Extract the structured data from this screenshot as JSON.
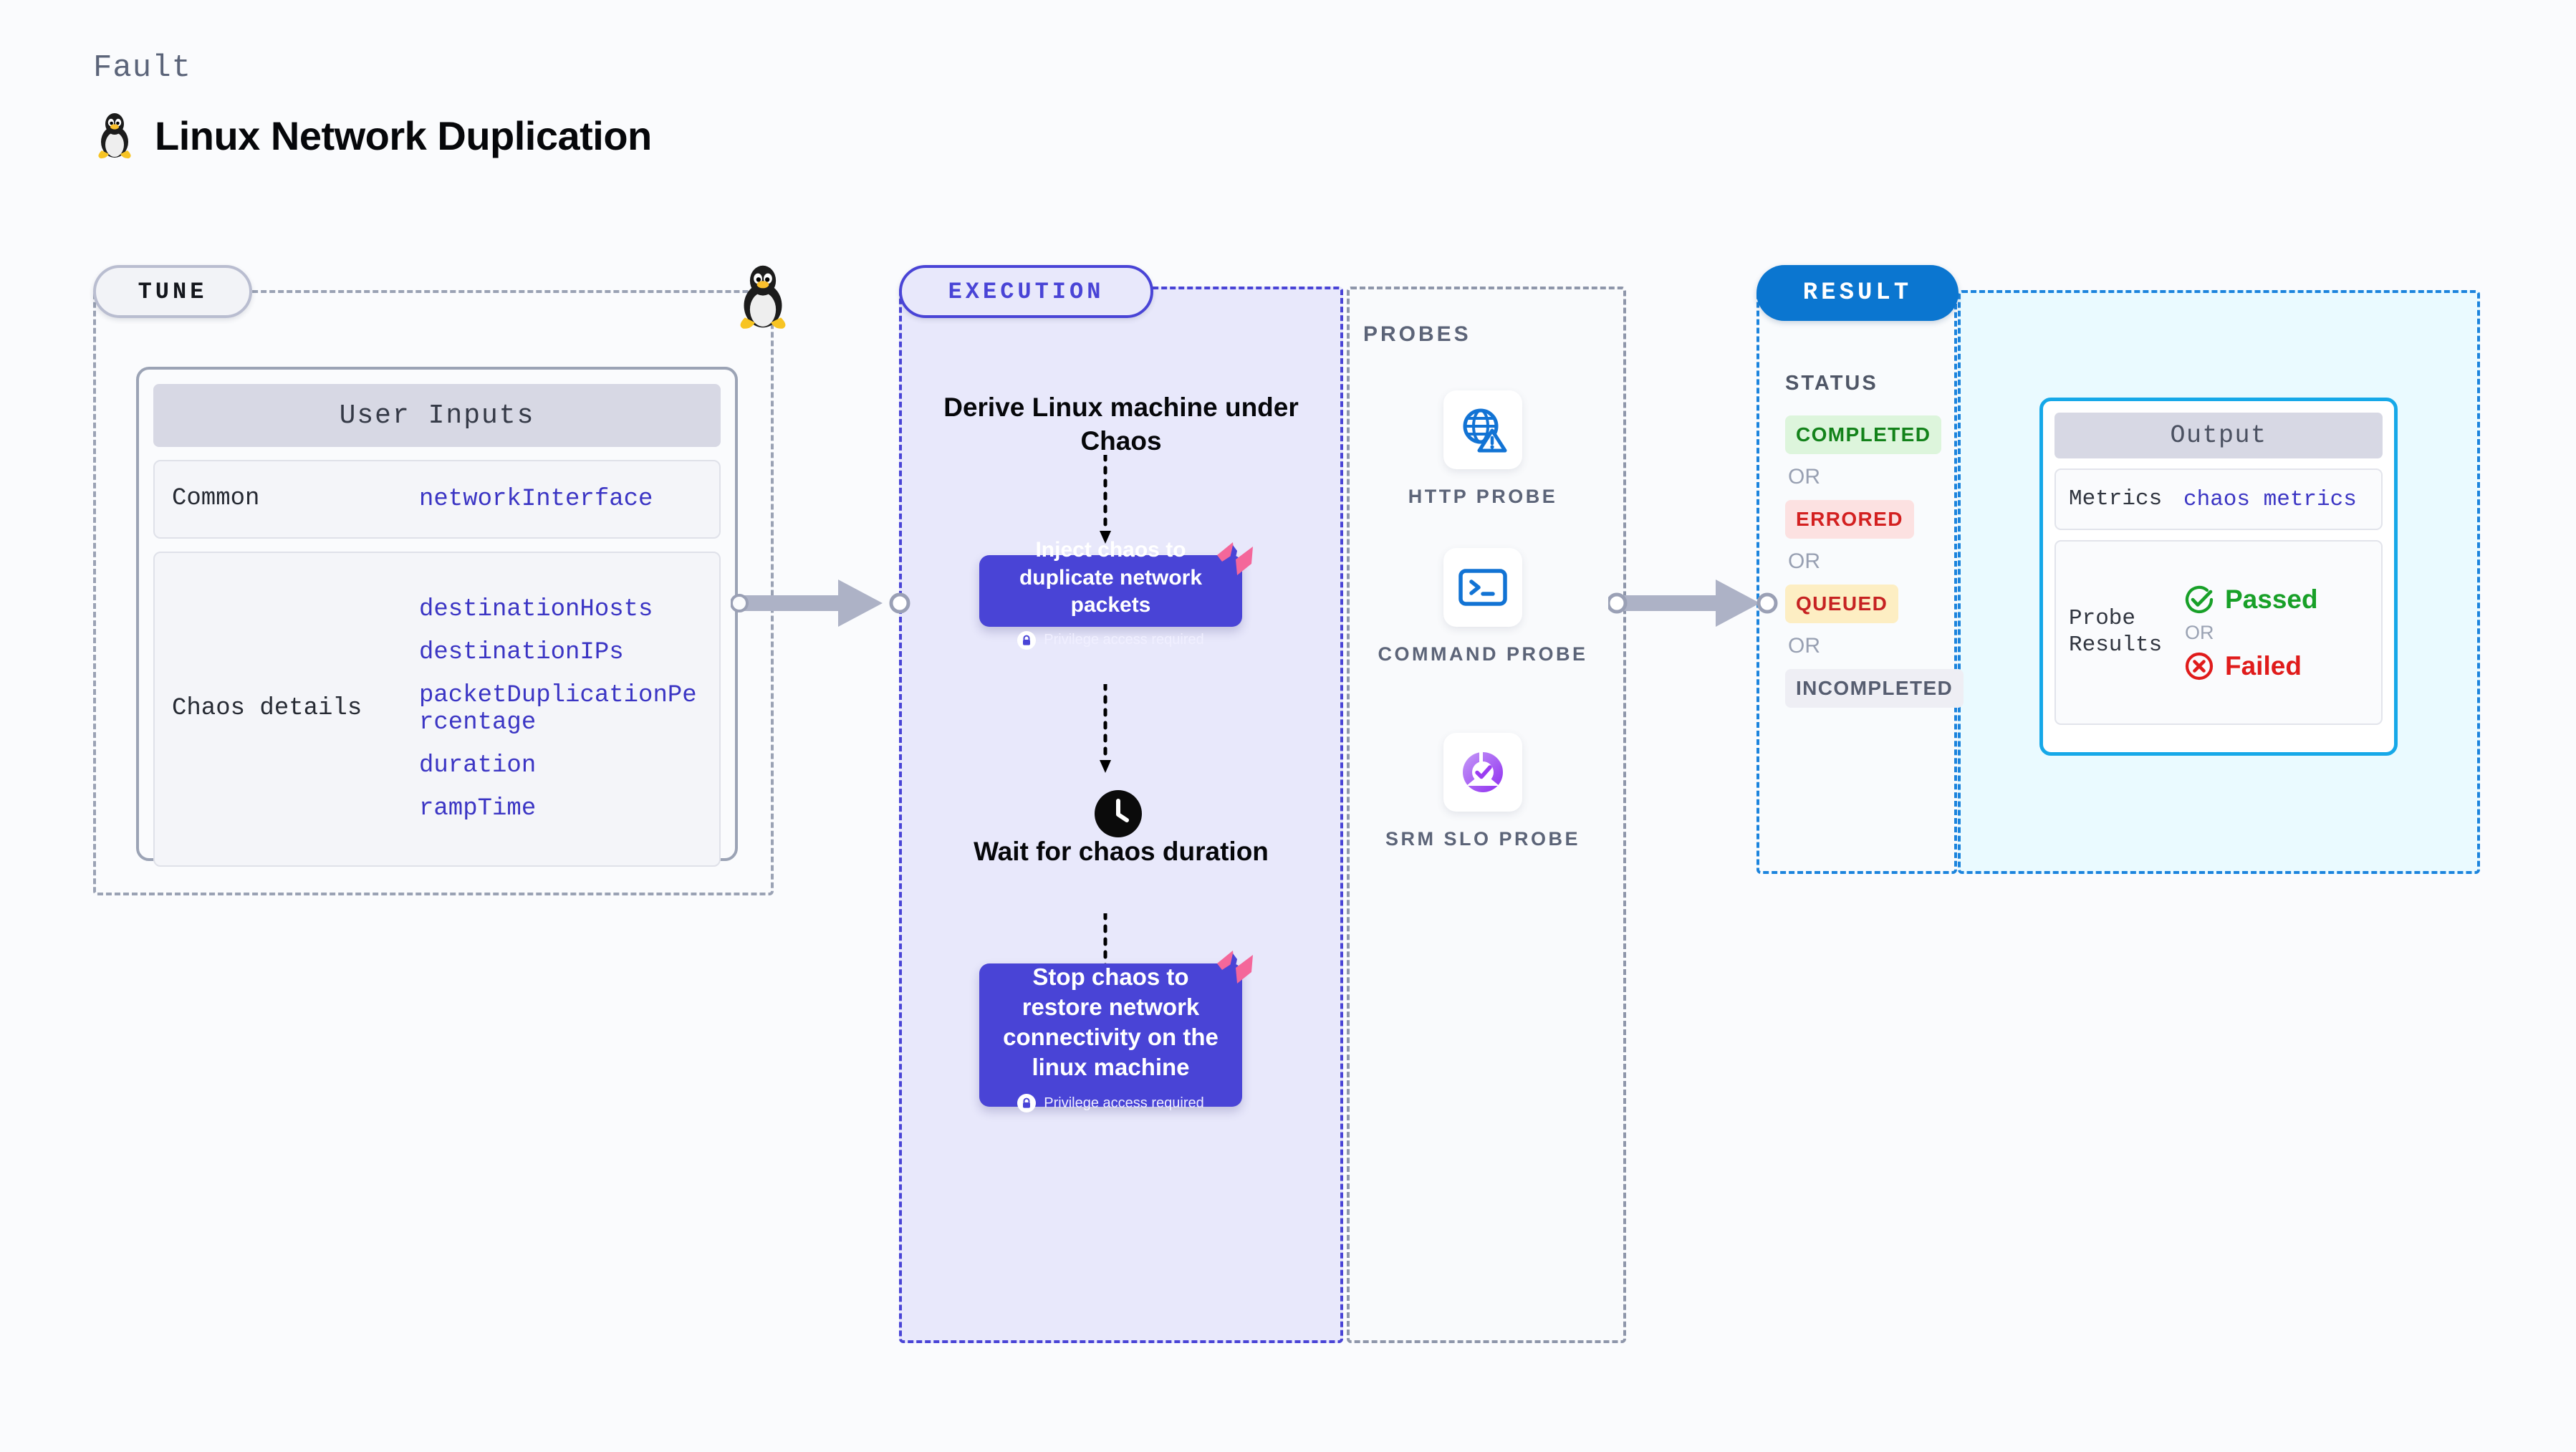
{
  "header": {
    "kicker": "Fault",
    "title": "Linux Network Duplication",
    "icon": "linux-tux-icon"
  },
  "tune": {
    "pill_label": "TUNE",
    "boundary_icon": "linux-tux-icon",
    "card": {
      "header": "User Inputs",
      "groups": [
        {
          "label": "Common",
          "params": [
            "networkInterface"
          ]
        },
        {
          "label": "Chaos details",
          "params": [
            "destinationHosts",
            "destinationIPs",
            "packetDuplicationPercentage",
            "duration",
            "rampTime"
          ]
        }
      ]
    }
  },
  "execution": {
    "pill_label": "EXECUTION",
    "steps": [
      {
        "type": "text",
        "label": "Derive Linux machine under Chaos"
      },
      {
        "type": "chaos-block",
        "label": "Inject chaos to duplicate network packets",
        "privilege": "Privilege access required",
        "badge": "harness-logo-icon",
        "lock": "lock-icon"
      },
      {
        "type": "wait",
        "icon": "clock-icon",
        "label": "Wait for chaos duration"
      },
      {
        "type": "chaos-block",
        "label": "Stop chaos to restore network connectivity on the linux machine",
        "privilege": "Privilege access required",
        "badge": "harness-logo-icon",
        "lock": "lock-icon"
      }
    ]
  },
  "probes": {
    "label": "PROBES",
    "items": [
      {
        "label": "HTTP PROBE",
        "icon": "globe-warning-icon"
      },
      {
        "label": "COMMAND PROBE",
        "icon": "terminal-icon"
      },
      {
        "label": "SRM SLO PROBE",
        "icon": "srm-slo-donut-icon"
      }
    ]
  },
  "result": {
    "pill_label": "RESULT",
    "status_label": "STATUS",
    "or_label": "OR",
    "statuses": [
      {
        "label": "COMPLETED",
        "variant": "completed"
      },
      {
        "label": "ERRORED",
        "variant": "errored"
      },
      {
        "label": "QUEUED",
        "variant": "queued"
      },
      {
        "label": "INCOMPLETED",
        "variant": "incompleted"
      }
    ],
    "output": {
      "header": "Output",
      "metrics_label": "Metrics",
      "metrics_value": "chaos metrics",
      "probe_results_label": "Probe Results",
      "passed_label": "Passed",
      "failed_label": "Failed",
      "or_label": "OR",
      "passed_icon": "check-circle-icon",
      "failed_icon": "x-circle-icon"
    }
  },
  "colors": {
    "accent_purple": "#4944d6",
    "accent_blue": "#0b76d0",
    "output_border": "#16a8e8",
    "harness_pink": "#f4679a",
    "param_text": "#3b35c4",
    "passed_green": "#18a028",
    "failed_red": "#e01b1b",
    "background": "#fafbfd"
  }
}
